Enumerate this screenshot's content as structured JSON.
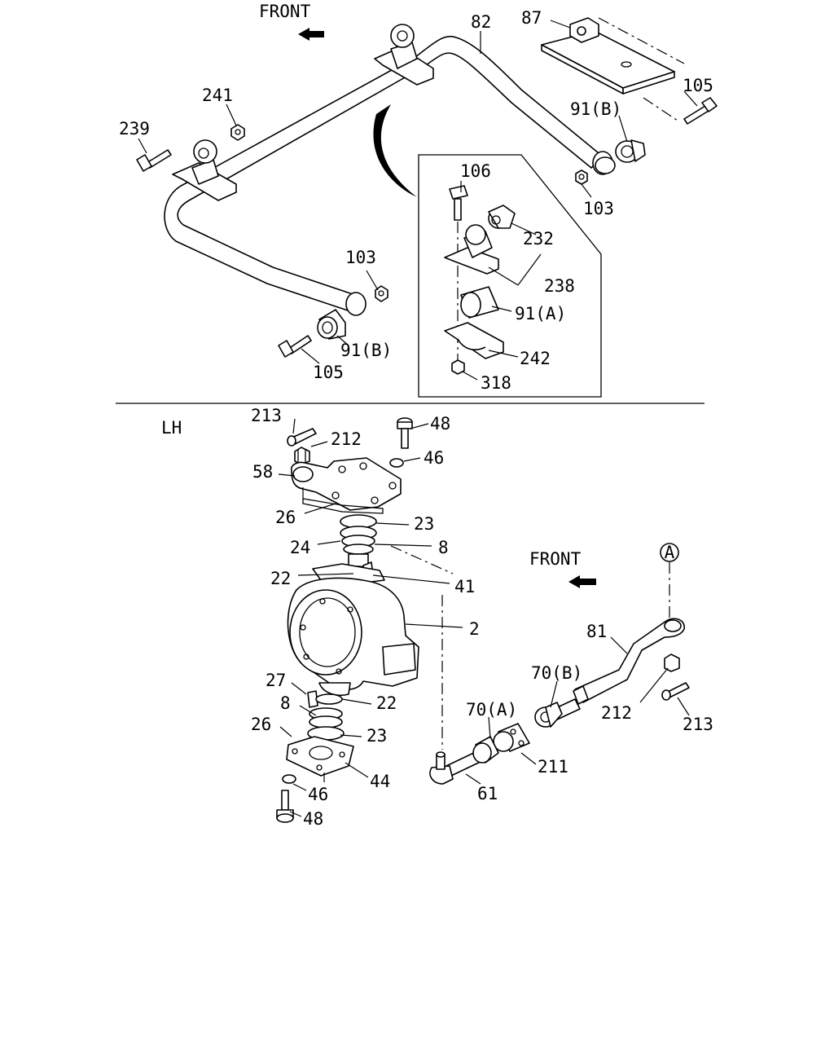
{
  "labels": {
    "front": "FRONT",
    "lh": "LH",
    "callout_a": "A",
    "p82": "82",
    "p87": "87",
    "p105": "105",
    "p91b": "91(B)",
    "p241": "241",
    "p239": "239",
    "p106": "106",
    "p103": "103",
    "p232": "232",
    "p238": "238",
    "p91a": "91(A)",
    "p242": "242",
    "p318": "318",
    "p213": "213",
    "p212": "212",
    "p48": "48",
    "p46": "46",
    "p58": "58",
    "p26": "26",
    "p23": "23",
    "p24": "24",
    "p8": "8",
    "p22": "22",
    "p41": "41",
    "p2": "2",
    "p27": "27",
    "p44": "44",
    "p81": "81",
    "p70b": "70(B)",
    "p70a": "70(A)",
    "p211": "211",
    "p61": "61"
  }
}
